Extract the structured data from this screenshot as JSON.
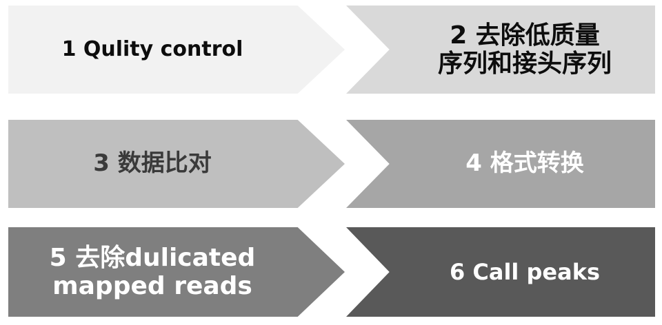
{
  "steps": [
    {
      "label": "1 Qulity control",
      "color": "#f2f2f2"
    },
    {
      "label": "2 去除低质量\n序列和接头序列",
      "color": "#d9d9d9"
    },
    {
      "label": "3 数据比对",
      "color": "#bfbfbf"
    },
    {
      "label": "4 格式转换",
      "color": "#a6a6a6"
    },
    {
      "label": "5 去除dulicated\nmapped reads",
      "color": "#7f7f7f"
    },
    {
      "label": "6 Call peaks",
      "color": "#595959"
    }
  ]
}
